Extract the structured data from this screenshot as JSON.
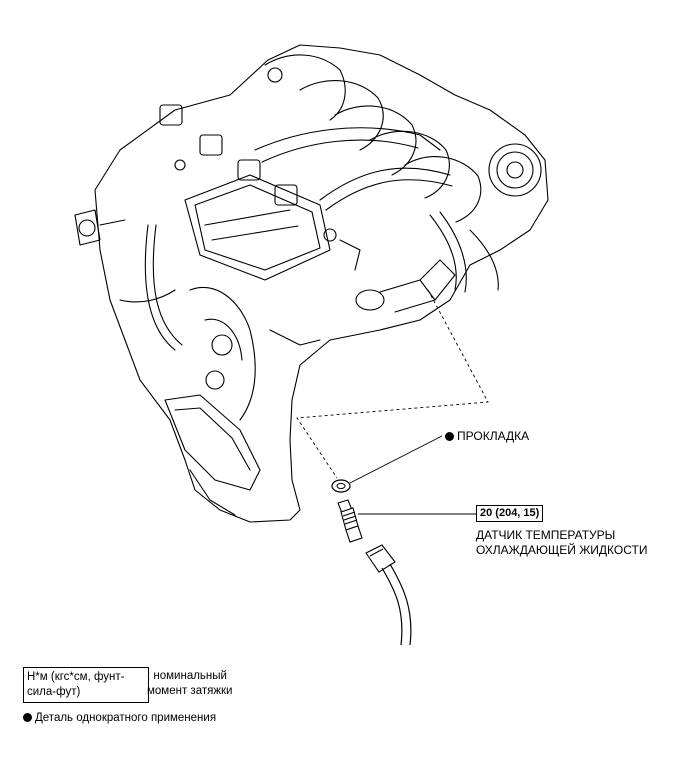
{
  "callouts": {
    "gasket": "ПРОКЛАДКА",
    "torque": "20 (204, 15)",
    "sensor_line1": "ДАТЧИК ТЕМПЕРАТУРЫ",
    "sensor_line2": "ОХЛАЖДАЮЩЕЙ ЖИДКОСТИ"
  },
  "legend": {
    "units": "Н*м (кгс*см, фунт-сила-фут)",
    "units_desc": ": номинальный момент затяжки",
    "single_use": "Деталь однократного применения"
  },
  "icons": {
    "single_use_marker": "filled-circle-icon"
  }
}
